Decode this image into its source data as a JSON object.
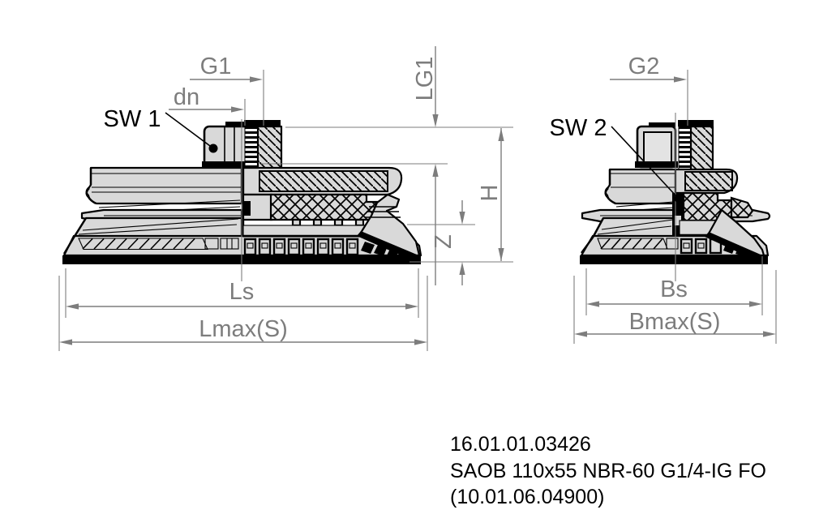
{
  "labels": {
    "g1": "G1",
    "dn": "dn",
    "sw1": "SW 1",
    "lg1": "LG1",
    "h": "H",
    "z": "Z",
    "ls": "Ls",
    "lmax": "Lmax(S)",
    "g2": "G2",
    "sw2": "SW 2",
    "bs": "Bs",
    "bmax": "Bmax(S)"
  },
  "part_info": {
    "line1": "16.01.01.03426",
    "line2": "SAOB 110x55 NBR-60 G1/4-IG FO",
    "line3": "(10.01.06.04900)"
  },
  "colors": {
    "dimension_gray": "#7d7d7d",
    "outline_black": "#000000",
    "body_fill": "#d9d9d9",
    "background": "#ffffff"
  }
}
